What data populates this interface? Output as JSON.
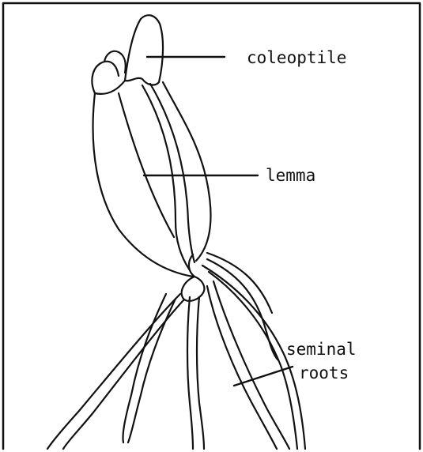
{
  "diagram": {
    "labels": {
      "coleoptile": "coleoptile",
      "lemma": "lemma",
      "seminal_line1": "seminal",
      "seminal_line2": "roots"
    }
  }
}
